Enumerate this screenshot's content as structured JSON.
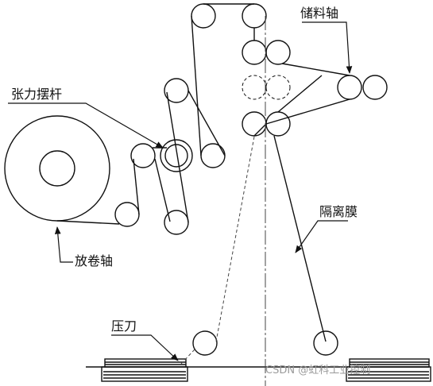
{
  "labels": {
    "storage_shaft": "储料轴",
    "tension_arm": "张力摆杆",
    "separator_film": "隔离膜",
    "unwind_shaft": "放卷轴",
    "press_knife": "压刀"
  },
  "watermark": "CSDN @虹科工业控制",
  "colors": {
    "line": "#111111",
    "centerline": "#444444",
    "watermark": "#9a9a9a"
  }
}
